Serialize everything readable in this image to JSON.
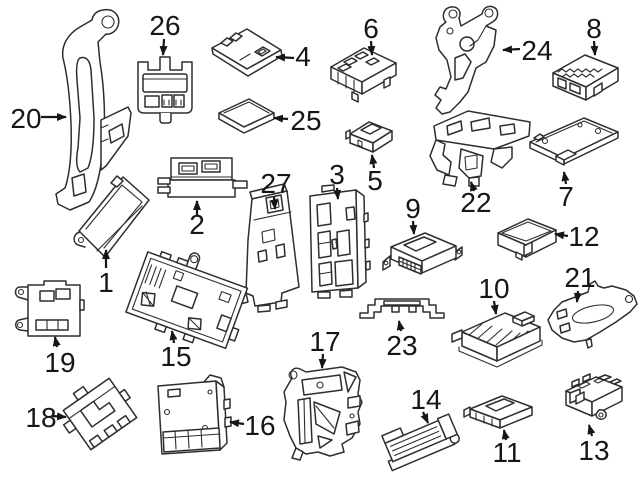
{
  "diagram": {
    "kind": "auto-parts-line-diagram",
    "background_color": "#ffffff",
    "line_color": "#2e2e2e",
    "label_color": "#161616",
    "parts": [
      {
        "number": "1",
        "drawing": "tilted-control-module"
      },
      {
        "number": "2",
        "drawing": "relay-fuse-module"
      },
      {
        "number": "3",
        "drawing": "tall-control-unit"
      },
      {
        "number": "4",
        "drawing": "flat-tilted-module"
      },
      {
        "number": "5",
        "drawing": "small-box-module"
      },
      {
        "number": "6",
        "drawing": "connector-control-module"
      },
      {
        "number": "7",
        "drawing": "flat-plate-module"
      },
      {
        "number": "8",
        "drawing": "serrated-top-module"
      },
      {
        "number": "9",
        "drawing": "amplifier-module-with-flanges"
      },
      {
        "number": "10",
        "drawing": "fuse-box-hatched-top"
      },
      {
        "number": "11",
        "drawing": "thin-flat-module"
      },
      {
        "number": "12",
        "drawing": "small-module-box"
      },
      {
        "number": "13",
        "drawing": "castellated-module-with-ear"
      },
      {
        "number": "14",
        "drawing": "ribbed-connector-module"
      },
      {
        "number": "15",
        "drawing": "large-body-control-module"
      },
      {
        "number": "16",
        "drawing": "finned-control-unit"
      },
      {
        "number": "17",
        "drawing": "complex-control-unit"
      },
      {
        "number": "18",
        "drawing": "tilted-square-module"
      },
      {
        "number": "19",
        "drawing": "small-module-with-ears"
      },
      {
        "number": "20",
        "drawing": "tall-mounting-bracket"
      },
      {
        "number": "21",
        "drawing": "bracket-plate-oval-hole"
      },
      {
        "number": "22",
        "drawing": "bracket-assembly"
      },
      {
        "number": "23",
        "drawing": "rail-bracket"
      },
      {
        "number": "24",
        "drawing": "mounting-bracket-two-ears"
      },
      {
        "number": "25",
        "drawing": "flat-slab-module"
      },
      {
        "number": "26",
        "drawing": "connector-housing"
      },
      {
        "number": "27",
        "drawing": "tall-tilted-module"
      }
    ]
  }
}
